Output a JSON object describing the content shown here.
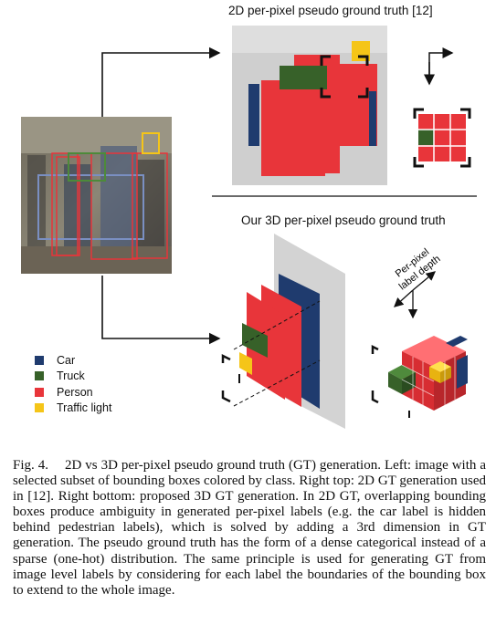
{
  "figure": {
    "title_2d": "2D per-pixel pseudo ground truth [12]",
    "title_3d": "Our 3D per-pixel pseudo ground truth",
    "axis_label": "Per-pixel\nlabel depth",
    "legend": [
      {
        "label": "Car",
        "color": "#1f3b6e"
      },
      {
        "label": "Truck",
        "color": "#376129"
      },
      {
        "label": "Person",
        "color": "#e8353a"
      },
      {
        "label": "Traffic light",
        "color": "#f5c518"
      }
    ]
  },
  "caption": {
    "label": "Fig. 4.",
    "text": "2D vs 3D per-pixel pseudo ground truth (GT) generation. Left: image with a selected subset of bounding boxes colored by class. Right top: 2D GT generation used in [12]. Right bottom: proposed 3D GT generation. In 2D GT, overlapping bounding boxes produce ambiguity in generated per-pixel labels (e.g. the car label is hidden behind pedestrian labels), which is solved by adding a 3rd dimension in GT generation. The pseudo ground truth has the form of a dense categorical instead of a sparse (one-hot) distribution. The same principle is used for generating GT from image level labels by considering for each label the boundaries of the bounding box to extend to the whole image."
  }
}
